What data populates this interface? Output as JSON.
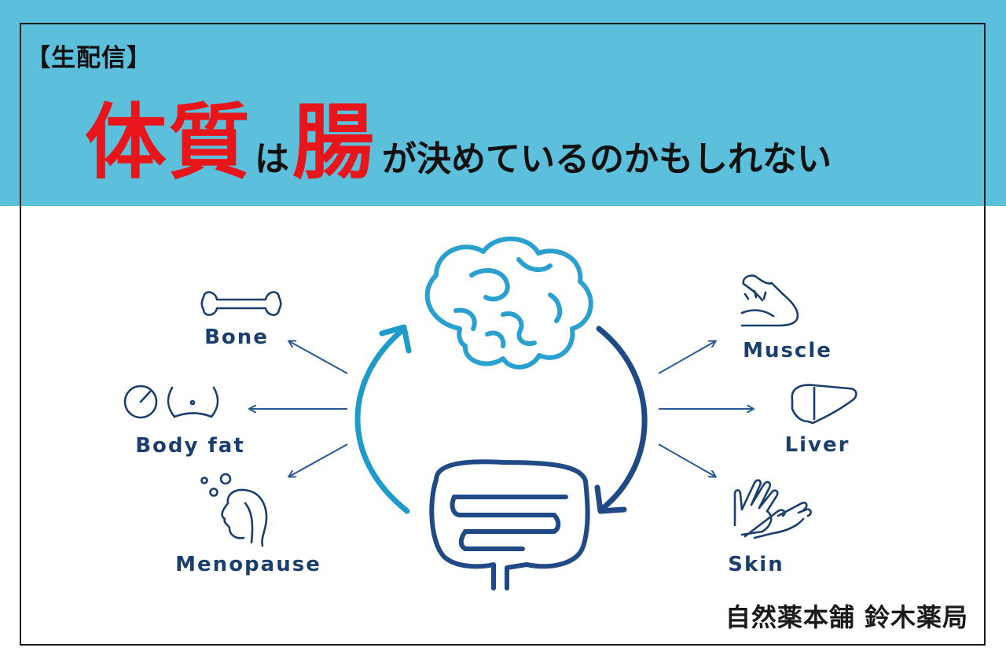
{
  "header": {
    "live_tag": "【生配信】",
    "title_part1": "体質",
    "title_part2": "は",
    "title_part3": "腸",
    "title_part4": "が決めているのかもしれない"
  },
  "organs": {
    "left": [
      "Bone",
      "Body fat",
      "Menopause"
    ],
    "right": [
      "Muscle",
      "Liver",
      "Skin"
    ]
  },
  "center": {
    "top_icon": "brain-icon",
    "bottom_icon": "intestine-icon"
  },
  "footer": {
    "shop_name": "自然薬本舗 鈴木薬局"
  },
  "colors": {
    "band": "#5cbfdc",
    "accent_red": "#e8151b",
    "navy": "#1a3e6e",
    "light_blue": "#1e9bc9",
    "arrow_dark": "#1f4a85"
  }
}
